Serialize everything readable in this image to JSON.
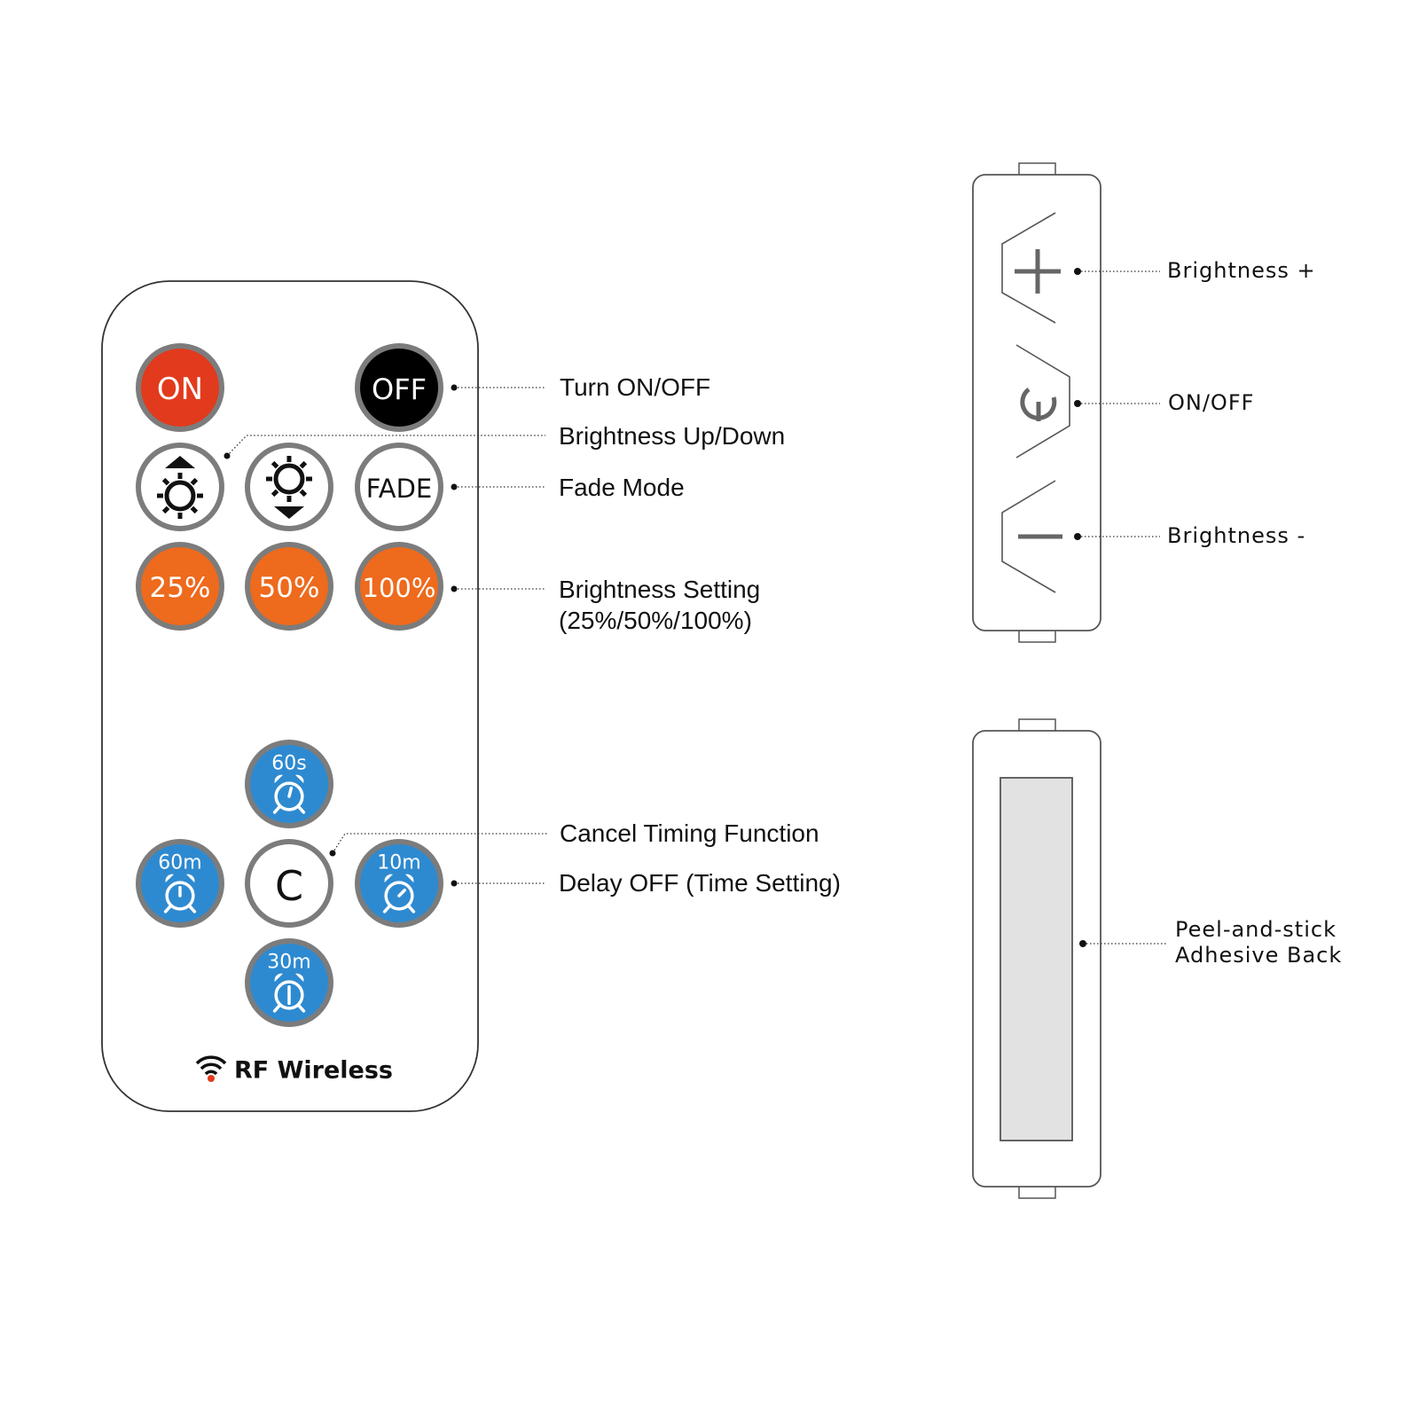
{
  "remote": {
    "buttons": {
      "on": "ON",
      "off": "OFF",
      "fade": "FADE",
      "p25": "25%",
      "p50": "50%",
      "p100": "100%",
      "cancel": "C",
      "t60s": "60s",
      "t60m": "60m",
      "t10m": "10m",
      "t30m": "30m"
    },
    "rf_label": "RF Wireless",
    "colors": {
      "on": "#e23a1c",
      "off": "#000000",
      "percent": "#ee6a1c",
      "timer": "#2e8ad0",
      "ring": "#7c7c7c"
    }
  },
  "callouts": {
    "turn_onoff": "Turn ON/OFF",
    "brightness_updown": "Brightness Up/Down",
    "fade_mode": "Fade Mode",
    "brightness_setting_1": "Brightness Setting",
    "brightness_setting_2": "(25%/50%/100%)",
    "cancel_timing": "Cancel Timing Function",
    "delay_off": "Delay OFF (Time Setting)"
  },
  "controller": {
    "brightness_plus": "Brightness +",
    "onoff": "ON/OFF",
    "brightness_minus": "Brightness -",
    "adhesive_1": "Peel-and-stick",
    "adhesive_2": "Adhesive Back"
  }
}
